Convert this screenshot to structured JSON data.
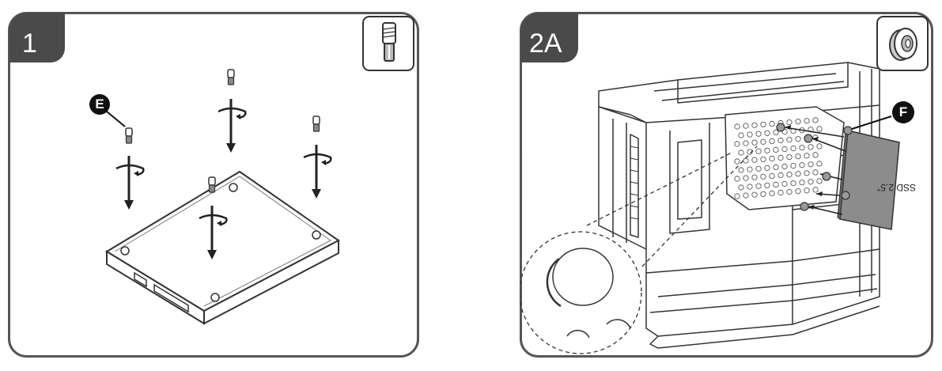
{
  "steps": [
    {
      "number": "1",
      "callout": "E"
    },
    {
      "number": "2A",
      "callout": "F",
      "drive_label": "SSD 2.5\""
    }
  ],
  "icons": {
    "step1_part": "standoff-screw-icon",
    "step2_part": "rubber-grommet-icon"
  },
  "colors": {
    "frame": "#555555",
    "badge": "#4a4a4a",
    "callout": "#111111",
    "ssd_fill": "#8c8c8c"
  }
}
